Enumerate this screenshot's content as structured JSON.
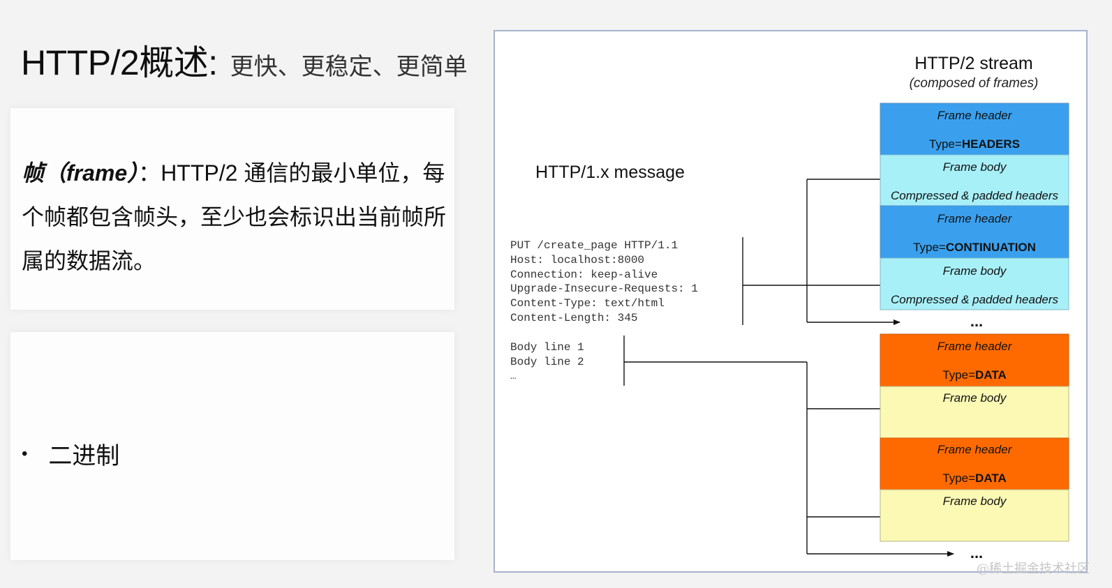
{
  "header": {
    "title_main": "HTTP/2概述:",
    "title_sub": "更快、更稳定、更简单"
  },
  "card1": {
    "term": "帧（frame）",
    "colon": "：",
    "description": "HTTP/2 通信的最小单位，每个帧都包含帧头，至少也会标识出当前帧所属的数据流。"
  },
  "card2": {
    "bullet_symbol": "•",
    "bullet_text": "二进制"
  },
  "diagram": {
    "stream_title": "HTTP/2 stream",
    "stream_subtitle": "(composed of frames)",
    "message_title": "HTTP/1.x message",
    "header_lines": [
      "PUT /create_page HTTP/1.1",
      "Host: localhost:8000",
      "Connection: keep-alive",
      "Upgrade-Insecure-Requests: 1",
      "Content-Type: text/html",
      "Content-Length: 345"
    ],
    "body_lines": [
      "Body line 1",
      "Body line 2",
      "…"
    ],
    "ellipsis": "...",
    "colors": {
      "headers": "#3aa0ee",
      "headers_body": "#a8f0f8",
      "data": "#ff6a00",
      "data_body": "#fbf9b4"
    },
    "frames": [
      {
        "role": "header",
        "kind": "headers",
        "label": "Frame header",
        "type_prefix": "Type=",
        "type_value": "HEADERS"
      },
      {
        "role": "body",
        "kind": "headers",
        "label": "Frame body",
        "detail": "Compressed & padded headers"
      },
      {
        "role": "header",
        "kind": "headers",
        "label": "Frame header",
        "type_prefix": "Type=",
        "type_value": "CONTINUATION"
      },
      {
        "role": "body",
        "kind": "headers",
        "label": "Frame body",
        "detail": "Compressed & padded headers"
      },
      {
        "role": "header",
        "kind": "data",
        "label": "Frame header",
        "type_prefix": "Type=",
        "type_value": "DATA"
      },
      {
        "role": "body",
        "kind": "data",
        "label": "Frame body",
        "detail": ""
      },
      {
        "role": "header",
        "kind": "data",
        "label": "Frame header",
        "type_prefix": "Type=",
        "type_value": "DATA"
      },
      {
        "role": "body",
        "kind": "data",
        "label": "Frame body",
        "detail": ""
      }
    ]
  },
  "watermark": "@稀土掘金技术社区"
}
